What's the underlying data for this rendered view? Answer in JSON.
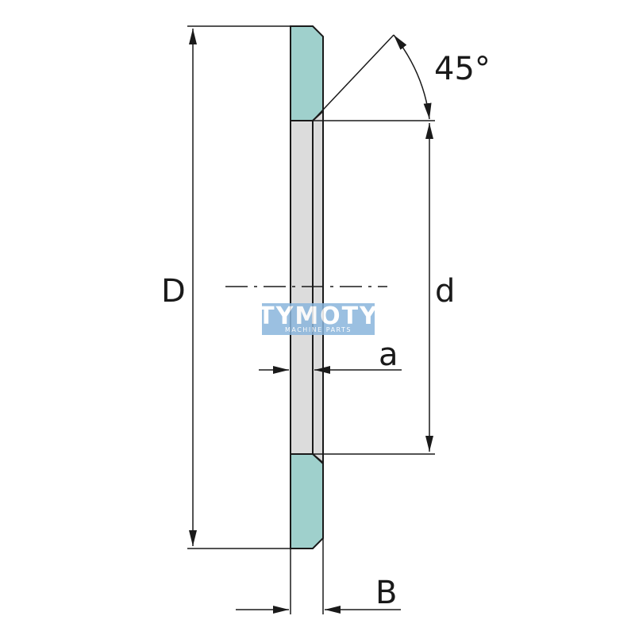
{
  "labels": {
    "angle": "45°",
    "outer_diameter": "D",
    "inner_diameter": "d",
    "chamfer": "a",
    "width": "B"
  },
  "watermark": {
    "main": "TYMOTY",
    "sub": "MACHINE PARTS"
  },
  "colors": {
    "section_fill": "#9fd0cc",
    "bore_fill": "#dcdcdc",
    "line": "#1a1a1a",
    "watermark_bg": "#8ab6dc"
  }
}
